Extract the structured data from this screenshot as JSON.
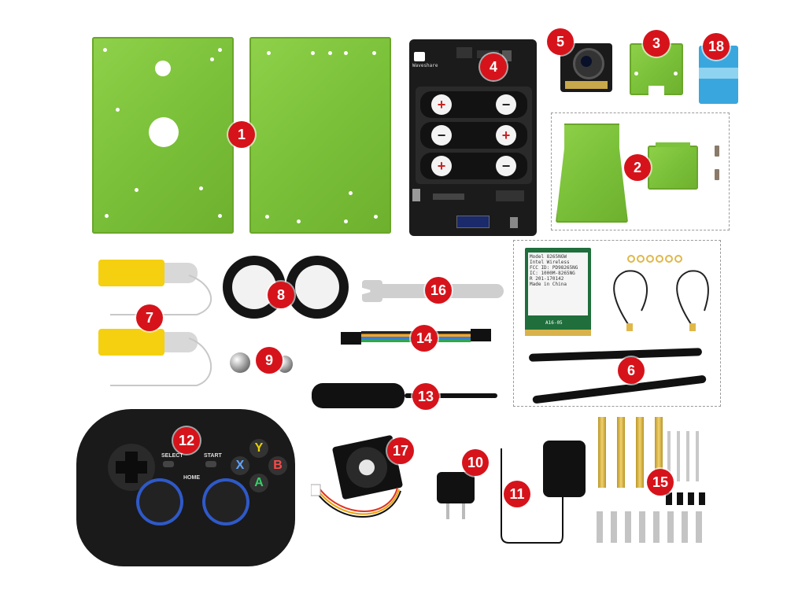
{
  "badges": [
    "1",
    "2",
    "3",
    "4",
    "5",
    "6",
    "7",
    "8",
    "9",
    "10",
    "11",
    "12",
    "13",
    "14",
    "15",
    "16",
    "17",
    "18"
  ],
  "board": {
    "brand": "Waveshare",
    "polarity": [
      "+",
      "−",
      "−",
      "+",
      "+",
      "−"
    ]
  },
  "wifi_card": {
    "label_lines": [
      "Model 8265NGW",
      "Intel Wireless",
      "FCC ID: PD98265NG",
      "IC: 1000M-8265NG",
      "R 201-170142",
      "Made in China"
    ],
    "footer": "A16-05"
  },
  "gamepad": {
    "select": "SELECT",
    "start": "START",
    "home": "HOME",
    "face_buttons": [
      "Y",
      "X",
      "B",
      "A"
    ]
  },
  "colors": {
    "badge": "#d6131b",
    "plate": "#7cc23a",
    "board": "#1b1b1b"
  }
}
